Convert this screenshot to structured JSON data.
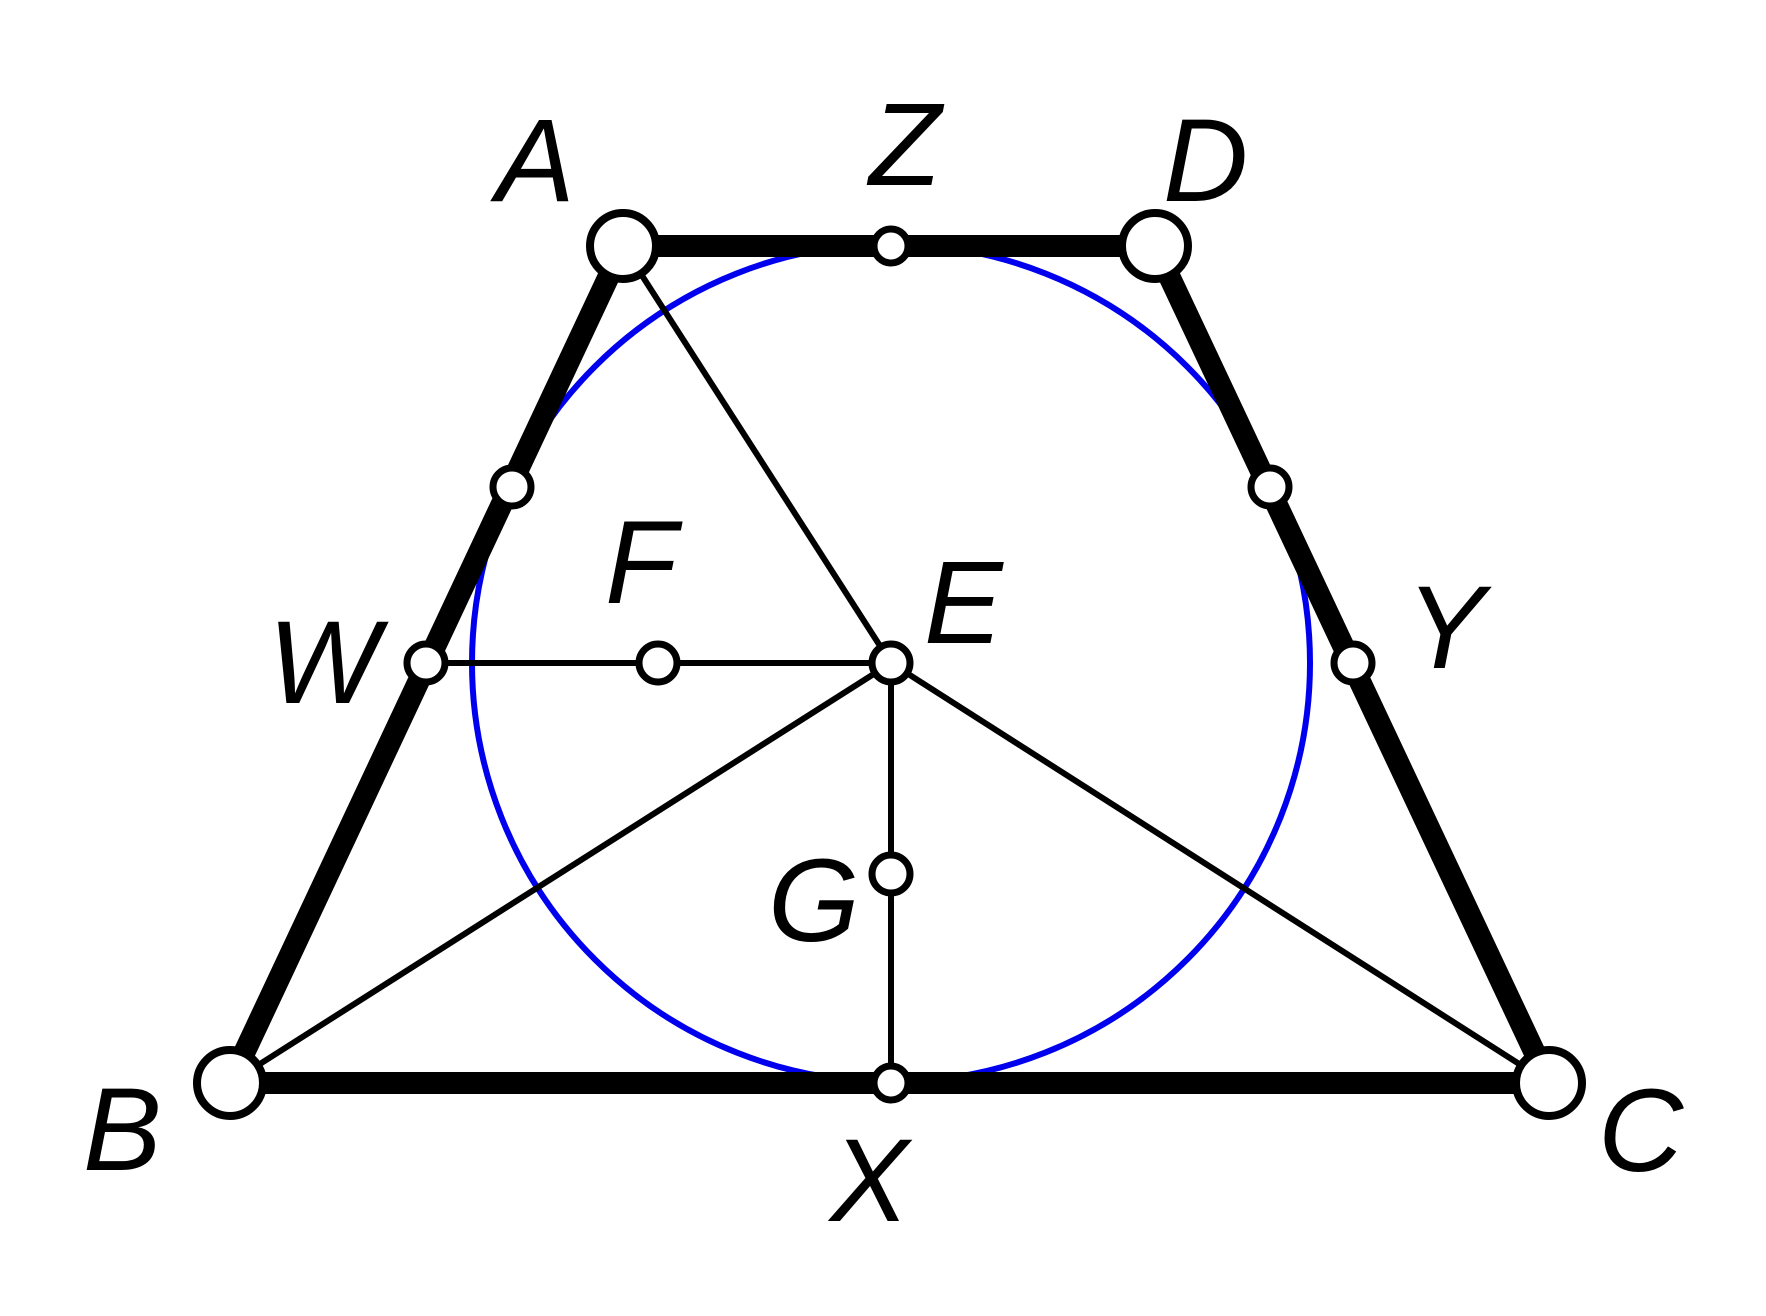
{
  "diagram": {
    "colors": {
      "lines": "#000000",
      "incircle": "#0000ee",
      "point_fill": "#ffffff"
    },
    "labels": {
      "A": "A",
      "B": "B",
      "C": "C",
      "D": "D",
      "E": "E",
      "F": "F",
      "G": "G",
      "W": "W",
      "X": "X",
      "Y": "Y",
      "Z": "Z"
    },
    "segments": [
      "AD",
      "DC",
      "CB",
      "BA",
      "AE",
      "BE",
      "CE",
      "WE",
      "EX"
    ],
    "circles": [
      "incircle"
    ]
  }
}
